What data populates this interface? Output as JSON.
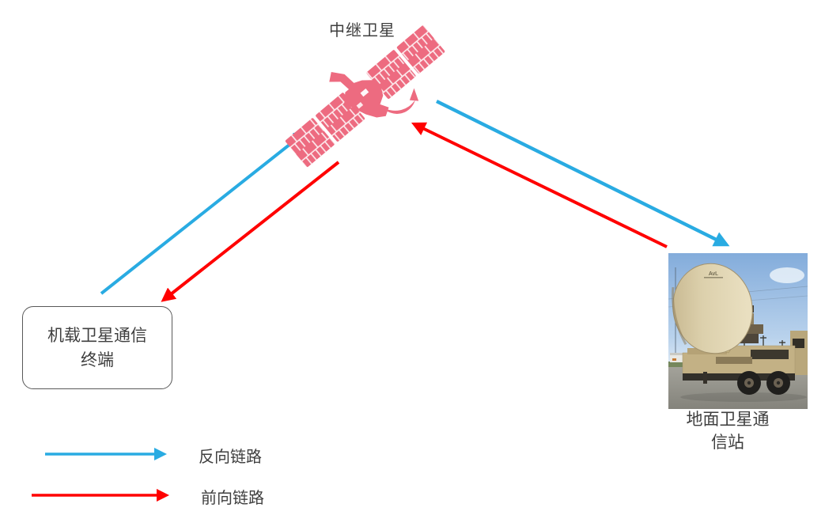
{
  "diagram": {
    "title": "中继卫星",
    "nodes": {
      "relay_satellite": {
        "label": "中继卫星",
        "icon": "satellite-icon"
      },
      "airborne_terminal": {
        "label_line1": "机载卫星通信",
        "label_line2": "终端"
      },
      "ground_station": {
        "label_line1": "地面卫星通",
        "label_line2": "信站",
        "photo_logo": "AvL",
        "icon": "satellite-truck-photo"
      }
    },
    "links": [
      {
        "id": "reverse-airborne-to-satellite",
        "from": "airborne_terminal",
        "to": "relay_satellite",
        "kind": "反向链路",
        "color": "#29ABE2"
      },
      {
        "id": "forward-satellite-to-airborne",
        "from": "relay_satellite",
        "to": "airborne_terminal",
        "kind": "前向链路",
        "color": "#FF0000"
      },
      {
        "id": "reverse-satellite-to-ground",
        "from": "relay_satellite",
        "to": "ground_station",
        "kind": "反向链路",
        "color": "#29ABE2"
      },
      {
        "id": "forward-ground-to-satellite",
        "from": "ground_station",
        "to": "relay_satellite",
        "kind": "前向链路",
        "color": "#FF0000"
      }
    ],
    "legend": [
      {
        "label": "反向链路",
        "color": "#29ABE2"
      },
      {
        "label": "前向链路",
        "color": "#FF0000"
      }
    ],
    "colors": {
      "reverse_link": "#29ABE2",
      "forward_link": "#FF0000",
      "satellite": "#ED6B80",
      "box_border": "#595959",
      "text": "#3F3F3F",
      "background": "#FFFFFF"
    }
  }
}
